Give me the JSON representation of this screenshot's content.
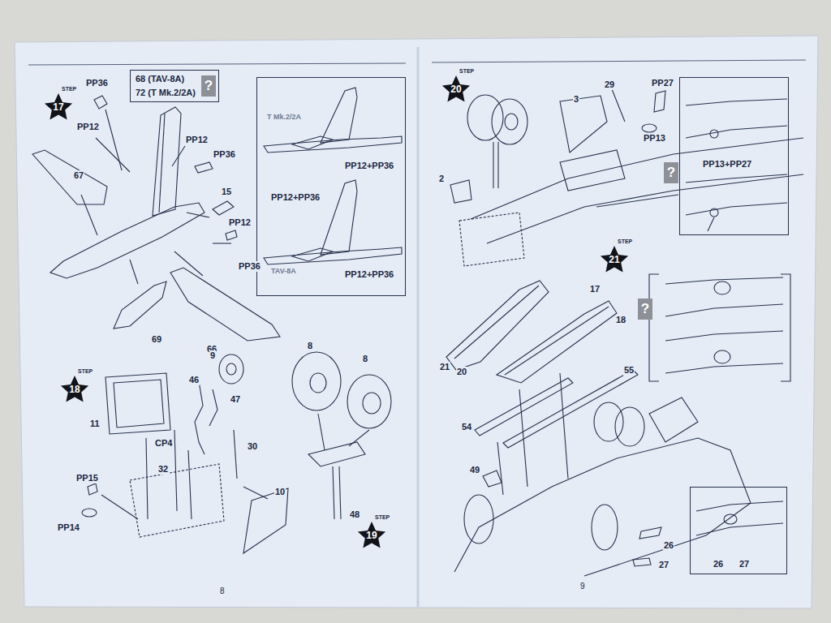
{
  "diagram": {
    "nodes": [
      {
        "text": [
          "68 (TAV-8A)",
          "72 (T Mk.2/2A)"
        ]
      },
      {
        "text": [
          "?"
        ],
        "in": 0
      },
      {
        "text": [
          "T Mk.2/2A",
          "PP12+PP36",
          "PP12+PP36",
          "TAV-8A",
          "PP12+PP36"
        ]
      },
      {
        "text": [
          "STEP",
          "17"
        ]
      },
      {
        "text": [
          "STEP",
          "18"
        ]
      },
      {
        "text": [
          "STEP",
          "19"
        ]
      },
      {
        "text": [
          "STEP",
          "20"
        ]
      },
      {
        "text": [
          "STEP",
          "21"
        ]
      },
      {
        "text": [
          "PP13+PP27"
        ]
      },
      {
        "text": [
          "?"
        ]
      },
      {
        "text": [
          "?"
        ]
      },
      {
        "text": [
          "26",
          "27"
        ]
      }
    ],
    "labels": [
      "PP36",
      "PP12",
      "PP12",
      "PP36",
      "15",
      "PP12",
      "PP36",
      "67",
      "69",
      "66",
      "11",
      "9",
      "46",
      "47",
      "CP4",
      "30",
      "32",
      "PP15",
      "PP14",
      "10",
      "8",
      "8",
      "48",
      "8",
      "3",
      "29",
      "PP27",
      "PP13",
      "2",
      "17",
      "18",
      "21",
      "20",
      "55",
      "54",
      "49",
      "26",
      "27",
      "9"
    ]
  }
}
